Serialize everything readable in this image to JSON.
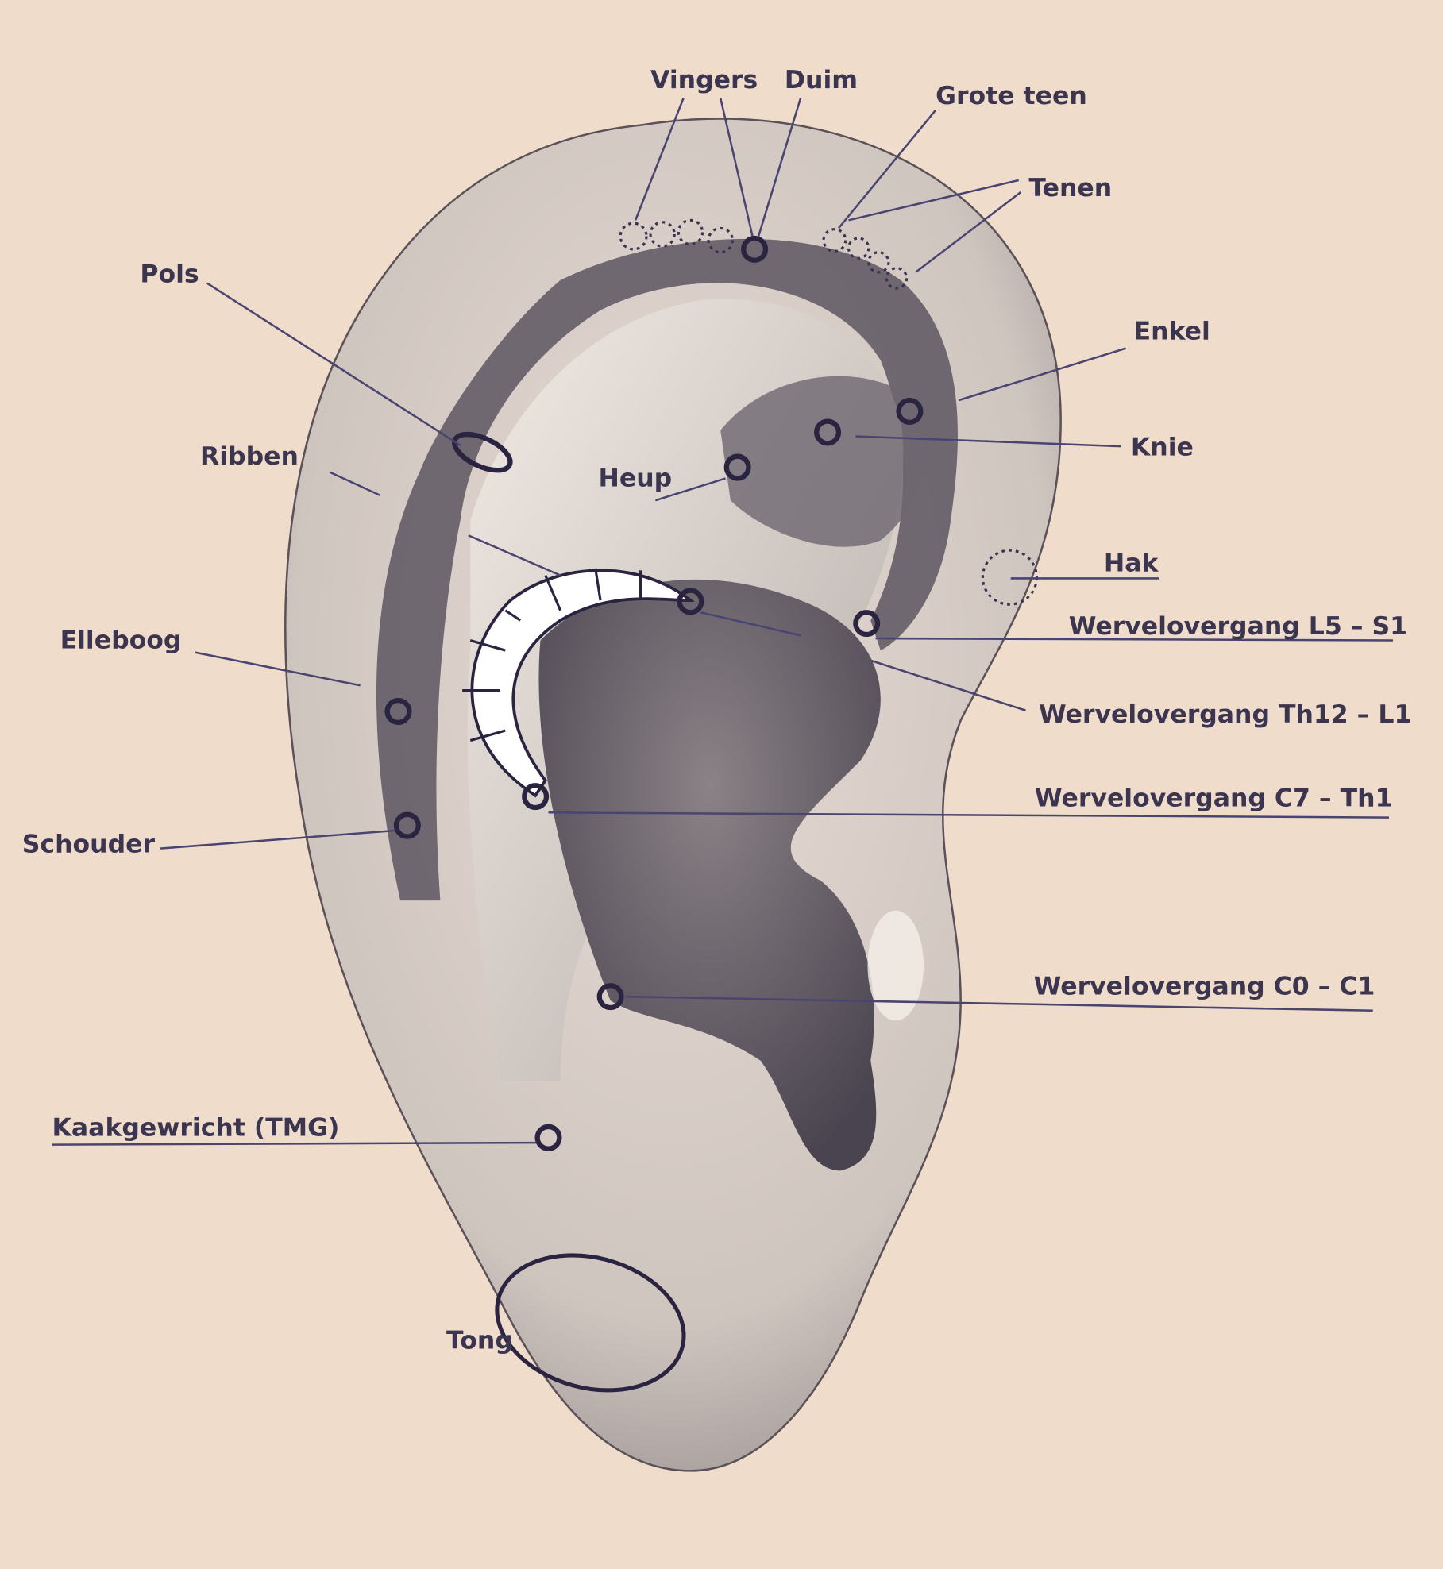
{
  "diagram": {
    "subject": "ear",
    "labels": {
      "vingers": "Vingers",
      "duim": "Duim",
      "grote_teen": "Grote teen",
      "tenen": "Tenen",
      "pols": "Pols",
      "enkel": "Enkel",
      "ribben": "Ribben",
      "heup": "Heup",
      "knie": "Knie",
      "hak": "Hak",
      "l5_s1": "Wervelovergang L5 – S1",
      "elleboog": "Elleboog",
      "th12_l1": "Wervelovergang Th12 – L1",
      "c7_th1": "Wervelovergang C7 – Th1",
      "schouder": "Schouder",
      "c0_c1": "Wervelovergang C0 – C1",
      "kaakgewricht": "Kaakgewricht (TMG)",
      "tong": "Tong"
    }
  }
}
